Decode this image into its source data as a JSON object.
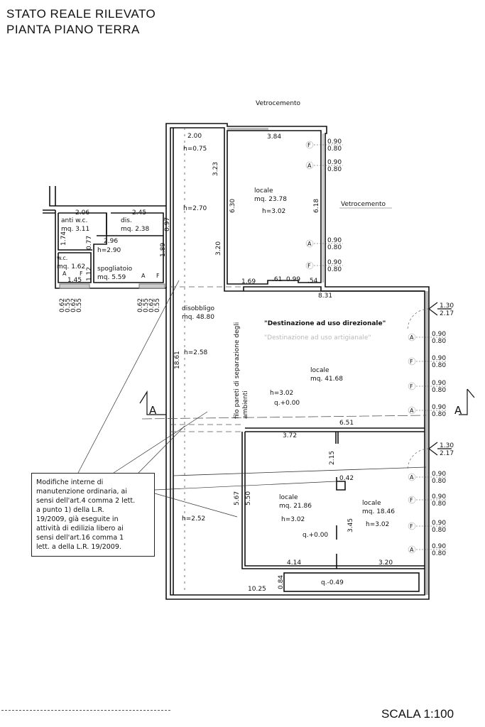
{
  "header": {
    "line1": "STATO REALE RILEVATO",
    "line2": "PIANTA PIANO TERRA"
  },
  "footer": {
    "scale": "SCALA 1:100"
  },
  "labels": {
    "vetrocemento_top": "Vetrocemento",
    "vetrocemento_right": "Vetrocemento",
    "destinazione": "\"Destinazione ad uso direzionale\"",
    "destinazione_faded": "\"Destinazione ad uso artigianale\"",
    "filo_pareti": "filo pareti di separazione degli",
    "filo_ambienti": "ambienti",
    "section_left": "A",
    "section_right": "A"
  },
  "rooms": [
    {
      "id": "small-top",
      "dim_top": "2.00",
      "height": "h=0.75"
    },
    {
      "id": "corridor-upper",
      "height": "h=2.70",
      "dim": "3.23",
      "dim2": "3.20"
    },
    {
      "id": "locale-top",
      "name": "locale",
      "area": "mq. 23.78",
      "height": "h=3.02",
      "dim_top": "3.84",
      "dim_left": "6.30",
      "dim_right": "6.18"
    },
    {
      "id": "anti-wc",
      "name": "anti w.c.",
      "area": "mq. 3.11",
      "dim_top": "2.06",
      "dim_left": "1.74",
      "dim_right": "0.77"
    },
    {
      "id": "dis",
      "name": "dis.",
      "area": "mq. 2.38",
      "dim_top": "2.45",
      "dim_right": "0.97"
    },
    {
      "id": "wc",
      "name": "w.c.",
      "area": "mq. 1.62",
      "dim_bottom": "1.45",
      "dim_right": "1.12"
    },
    {
      "id": "spogliatoio",
      "name": "spogliatoio",
      "area": "mq. 5.59",
      "height": "h=2.90",
      "dim_top": "2.96",
      "dim_right": "1.89"
    },
    {
      "id": "disobbligo",
      "name": "disobbligo",
      "area": "mq. 48.80",
      "height": "h=2.58",
      "dim_left": "18.61"
    },
    {
      "id": "locale-main",
      "name": "locale",
      "area": "mq. 41.68",
      "height": "h=3.02",
      "level": "q.+0.00",
      "dim_top": "8.31",
      "dim_bottom": "6.51"
    },
    {
      "id": "locale-left-bottom",
      "name": "locale",
      "area": "mq. 21.86",
      "height": "h=3.02",
      "level": "q.+0.00",
      "dim_top": "3.72",
      "dim_bottom": "4.14",
      "dim_left1": "5.67",
      "dim_left2": "5.50"
    },
    {
      "id": "locale-right-bottom",
      "name": "locale",
      "area": "mq. 18.46",
      "height": "h=3.02",
      "dim_bottom": "3.20",
      "dim_partition_top": "2.15",
      "dim_partition_bottom": "3.45",
      "dim_partition_jog": "0.42"
    },
    {
      "id": "lower-corridor",
      "height": "h=2.52"
    },
    {
      "id": "bottom-strip",
      "level": "q.-0.49",
      "dim_left": "10.25",
      "dim_height": "0.84"
    }
  ],
  "bottom_wall_dims": [
    "1.69",
    ".61",
    "0.99",
    ".54"
  ],
  "windows_top_right": [
    {
      "type": "F",
      "upper": "0.90",
      "lower": "0.80"
    },
    {
      "type": "A",
      "upper": "0.90",
      "lower": "0.80"
    },
    {
      "type": "A",
      "upper": "0.90",
      "lower": "0.80"
    },
    {
      "type": "F",
      "upper": "0.90",
      "lower": "0.80"
    }
  ],
  "windows_main_right": [
    {
      "type": "A",
      "upper": "0.90",
      "lower": "0.80"
    },
    {
      "type": "F",
      "upper": "0.90",
      "lower": "0.80"
    },
    {
      "type": "F",
      "upper": "0.90",
      "lower": "0.80"
    },
    {
      "type": "A",
      "upper": "0.90",
      "lower": "0.80"
    }
  ],
  "windows_lower_right": [
    {
      "type": "A",
      "upper": "0.90",
      "lower": "0.80"
    },
    {
      "type": "F",
      "upper": "0.90",
      "lower": "0.80"
    },
    {
      "type": "F",
      "upper": "0.90",
      "lower": "0.80"
    },
    {
      "type": "A",
      "upper": "0.90",
      "lower": "0.80"
    }
  ],
  "doors_right": [
    {
      "upper": "1.30",
      "lower": "2.17"
    },
    {
      "upper": "1.30",
      "lower": "2.17"
    }
  ],
  "sill_dims_left": [
    "0.62",
    "0.55",
    "0.62",
    "0.55"
  ],
  "sill_dims_right": [
    "0.62",
    "0.55",
    "0.62",
    "0.55"
  ],
  "spogliatoio_windows": [
    "A",
    "F"
  ],
  "wc_windows": [
    "A",
    "F"
  ],
  "note": {
    "lines": [
      "Modifiche interne di",
      "manutenzione ordinaria, ai",
      "sensi dell'art.4 comma 2 lett.",
      "a punto 1) della L.R.",
      "19/2009, già eseguite in",
      "attività di edilizia libero ai",
      "sensi dell'art.16 comma 1",
      "lett. a della L.R. 19/2009."
    ]
  }
}
